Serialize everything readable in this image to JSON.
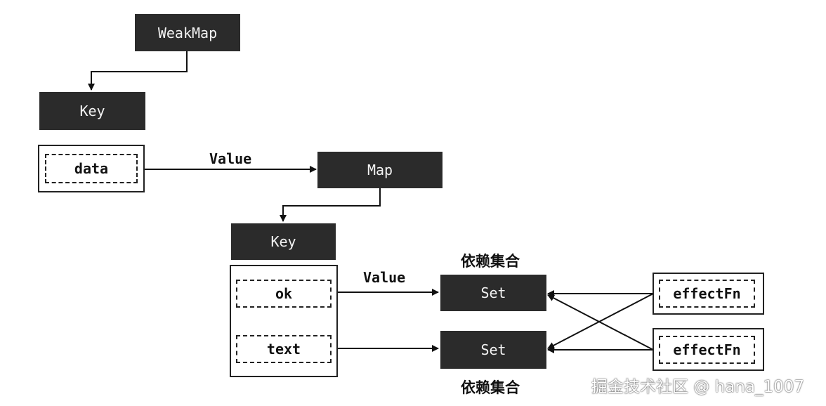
{
  "weakmap": {
    "label": "WeakMap"
  },
  "key_top": {
    "label": "Key"
  },
  "data_box": {
    "label": "data"
  },
  "value_top": {
    "label": "Value"
  },
  "map": {
    "label": "Map"
  },
  "key_mid": {
    "label": "Key"
  },
  "ok_box": {
    "label": "ok"
  },
  "text_box": {
    "label": "text"
  },
  "value_mid": {
    "label": "Value"
  },
  "dep_set_top": {
    "caption": "依赖集合",
    "label": "Set"
  },
  "dep_set_bottom": {
    "caption": "依赖集合",
    "label": "Set"
  },
  "effect_top": {
    "label": "effectFn"
  },
  "effect_bottom": {
    "label": "effectFn"
  },
  "watermark": {
    "text": "掘金技术社区 @ hana_1007"
  }
}
